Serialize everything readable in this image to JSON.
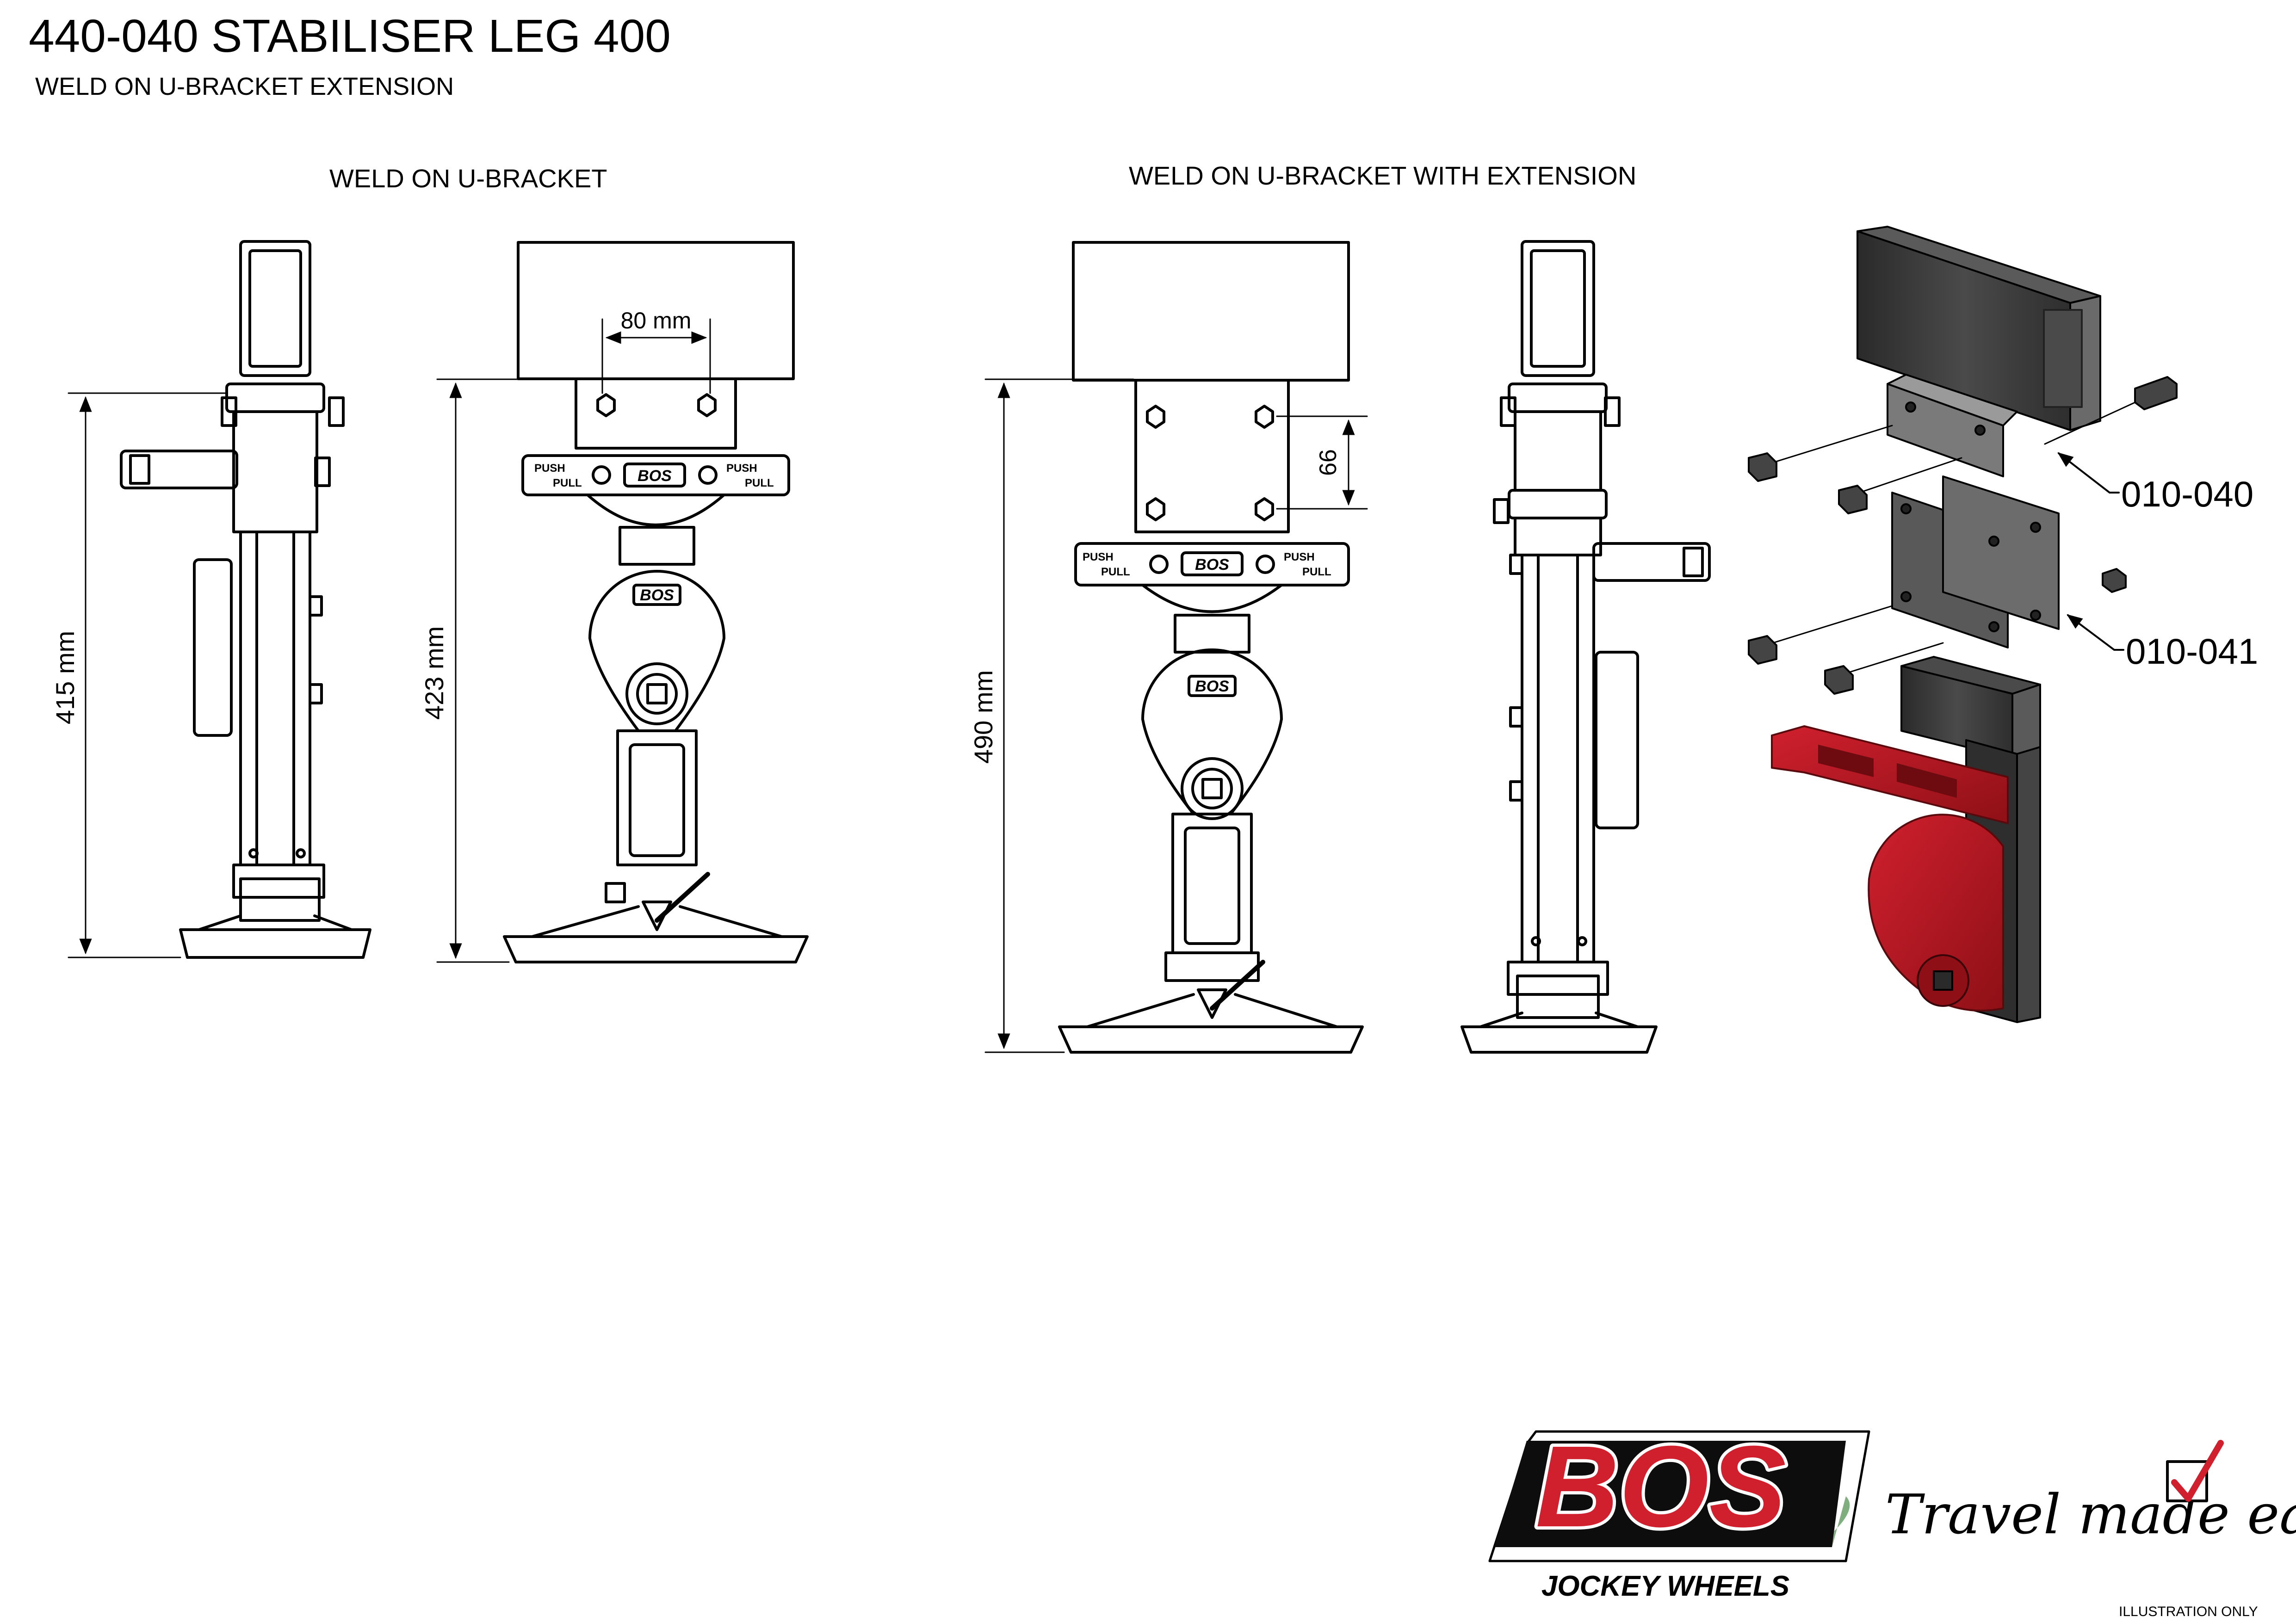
{
  "title": "440-040 STABILISER LEG 400",
  "subtitle": "WELD ON U-BRACKET EXTENSION",
  "views": {
    "left_label": "WELD ON U-BRACKET",
    "right_label": "WELD ON U-BRACKET WITH EXTENSION"
  },
  "dimensions": {
    "height_side_a": "415 mm",
    "height_front_a": "423 mm",
    "bolt_spacing": "80 mm",
    "height_front_b": "490 mm",
    "extension_spacing": "66"
  },
  "callouts": {
    "part_a": "010-040",
    "part_b": "010-041"
  },
  "markings": {
    "push_pull_top": "PUSH",
    "push_pull_bottom": "PULL",
    "brand_small": "BOS"
  },
  "logo": {
    "brand": "BOS",
    "product": "JOCKEY WHEELS",
    "tagline": "Travel made easy",
    "brand_color": "#d0202e"
  },
  "footer": {
    "illustration_only": "ILLUSTRATION ONLY"
  },
  "colors": {
    "highlight_red": "#b3151b",
    "dark_metal": "#3a3a3a"
  }
}
